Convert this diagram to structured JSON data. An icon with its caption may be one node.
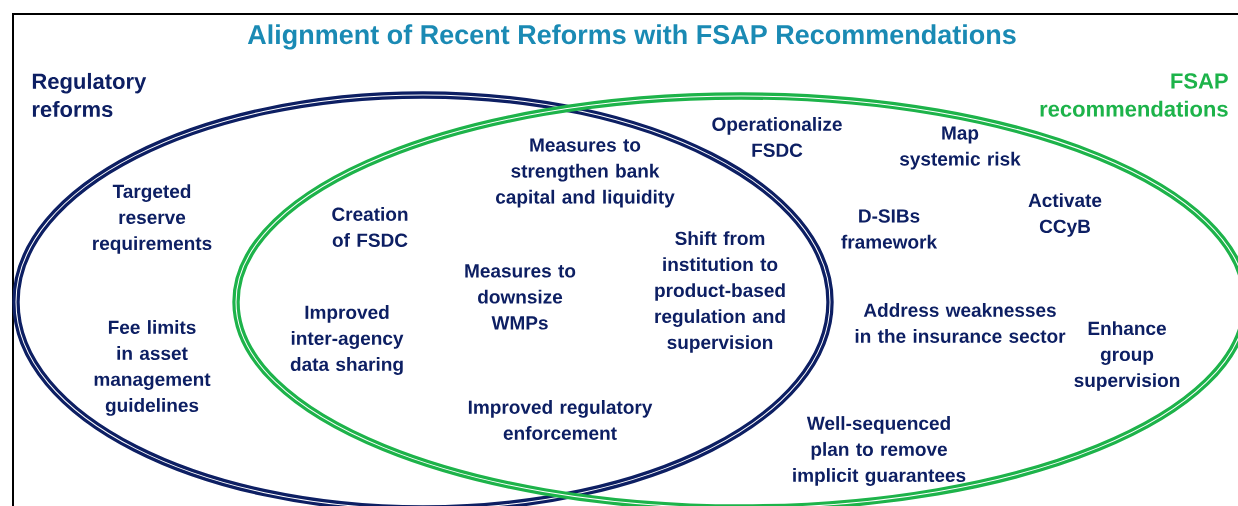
{
  "diagram": {
    "title": "Alignment of Recent Reforms with FSAP Recommendations",
    "nodes": [
      {
        "text": [
          "Regulatory reforms"
        ]
      },
      {
        "text": [
          "FSAP recommendations"
        ]
      }
    ],
    "labels": [
      "Measures to strengthen bank capital and liquidity",
      "Operationalize FSDC",
      "Map systemic risk",
      "Targeted reserve requirements",
      "Creation of FSDC",
      "D-SIBs framework",
      "Activate CCyB",
      "Measures to downsize WMPs",
      "Shift from institution to product-based regulation and supervision",
      "Address weaknesses in the insurance sector",
      "Fee limits in asset management guidelines",
      "Improved inter-agency data sharing",
      "Enhance group supervision",
      "Improved regulatory enforcement",
      "Well-sequenced plan to remove implicit guarantees"
    ]
  }
}
